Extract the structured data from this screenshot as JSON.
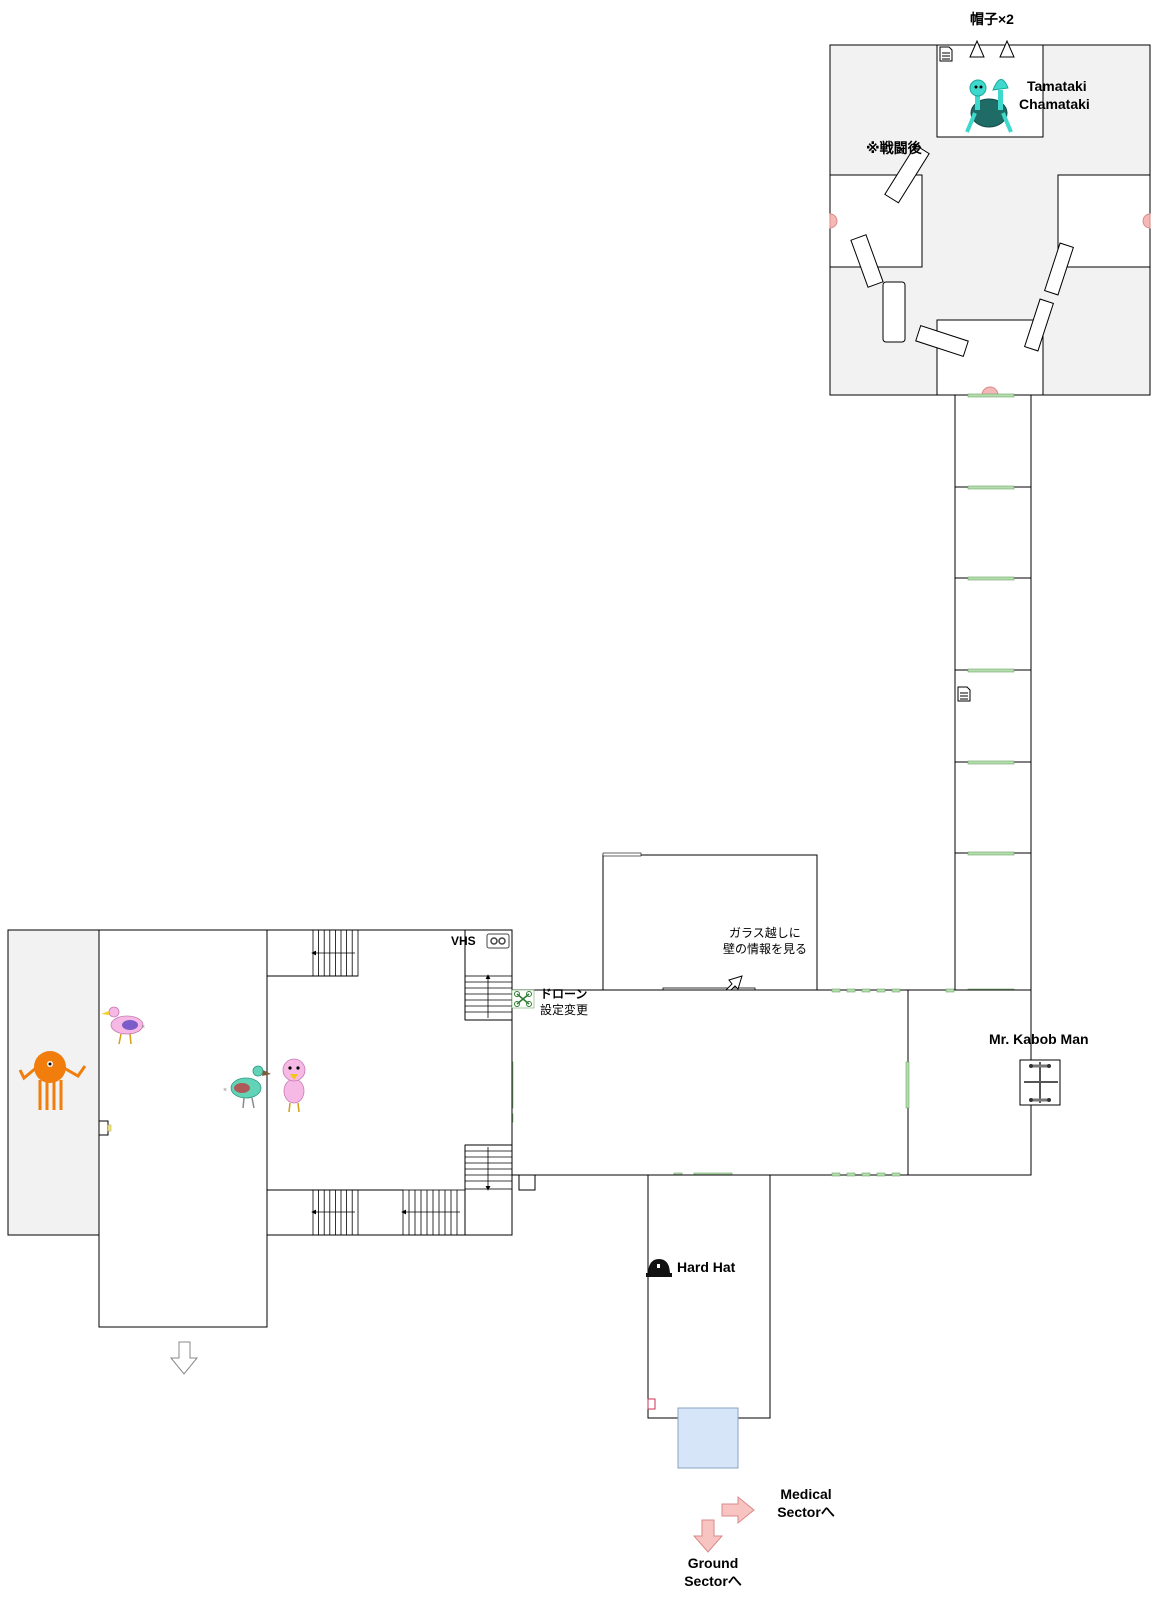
{
  "labels": {
    "hats": "帽子×2",
    "boss_name_1": "Tamataki",
    "boss_name_2": "Chamataki",
    "after_battle": "※戦闘後",
    "glass_line1": "ガラス越しに",
    "glass_line2": "壁の情報を見る",
    "vhs": "VHS",
    "drone_line1": "ドローン",
    "drone_line2": "設定変更",
    "kabob": "Mr. Kabob Man",
    "hard_hat": "Hard Hat",
    "medical_line1": "Medical",
    "medical_line2": "Sectorへ",
    "ground_line1": "Ground",
    "ground_line2": "Sectorへ"
  },
  "colors": {
    "wall": "#000000",
    "floor_gray": "#f2f2f2",
    "door_green": "#b6ddb0",
    "marker_pink": "#f4b9b7",
    "exit_arrow_fill": "#f8c4c2",
    "exit_arrow_stroke": "#d98a88",
    "water_blue": "#d6e6f8",
    "octopus": "#f07d0c",
    "monster_teal": "#3fd8cc",
    "bird_pink": "#f6b8e4",
    "bird_teal": "#63d3b8"
  },
  "icons": [
    "document-icon",
    "hat-icon",
    "vhs-tape-icon",
    "drone-icon",
    "hard-hat-icon",
    "arrow-down-icon",
    "arrow-right-icon",
    "glass-view-arrow-icon",
    "stairs-icon"
  ],
  "characters": [
    "tamataki-chamataki-boss",
    "octopus-monster",
    "pink-dodo-bird",
    "teal-dodo-bird",
    "pink-chick",
    "mr-kabob-man"
  ]
}
